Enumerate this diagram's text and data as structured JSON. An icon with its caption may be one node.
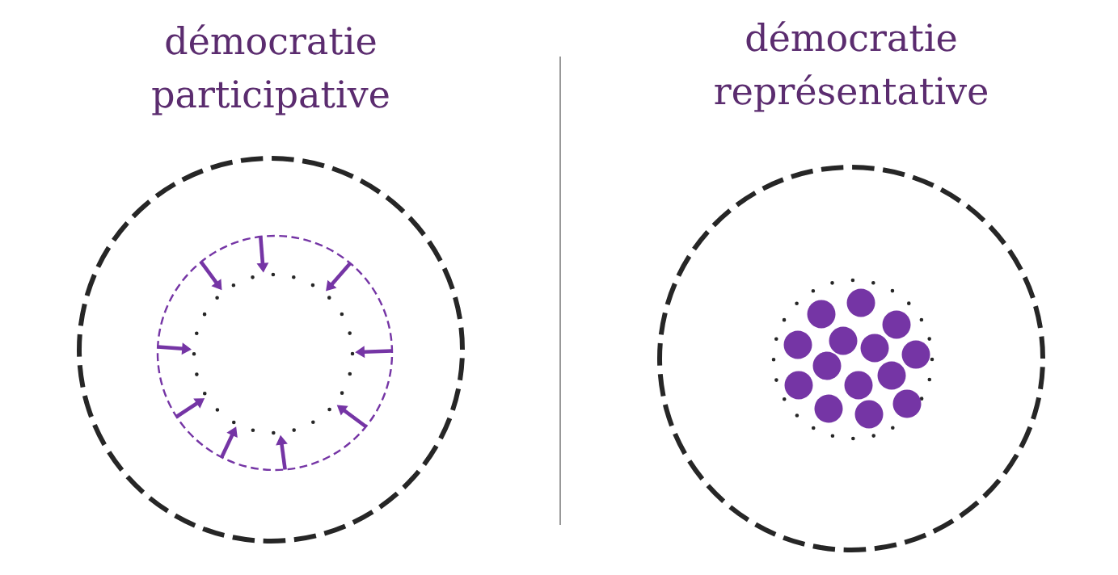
{
  "diagram": {
    "nodes": [
      {
        "text": [],
        "shape": "circle"
      },
      {
        "text": [],
        "shape": "circle",
        "in": 0
      },
      {
        "text": [],
        "shape": "circle",
        "in": 1
      },
      {
        "text": [],
        "shape": "circle"
      },
      {
        "text": [],
        "shape": "circle",
        "in": 3
      },
      {
        "text": [],
        "shape": "circle",
        "in": 4
      },
      {
        "text": [],
        "shape": "circle",
        "in": 4
      },
      {
        "text": [],
        "shape": "circle",
        "in": 4
      },
      {
        "text": [],
        "shape": "circle",
        "in": 4
      },
      {
        "text": [],
        "shape": "circle",
        "in": 4
      },
      {
        "text": [],
        "shape": "circle",
        "in": 4
      },
      {
        "text": [],
        "shape": "circle",
        "in": 4
      },
      {
        "text": [],
        "shape": "circle",
        "in": 4
      },
      {
        "text": [],
        "shape": "circle",
        "in": 4
      },
      {
        "text": [],
        "shape": "circle",
        "in": 4
      },
      {
        "text": [],
        "shape": "circle",
        "in": 4
      },
      {
        "text": [],
        "shape": "circle",
        "in": 4
      },
      {
        "text": [],
        "shape": "circle",
        "in": 4
      },
      {
        "text": [],
        "shape": "circle",
        "in": 4
      }
    ],
    "edges": [
      {
        "from": 1,
        "to": 2,
        "arrow": "to"
      },
      {
        "from": 1,
        "to": 2,
        "arrow": "to"
      },
      {
        "from": 1,
        "to": 2,
        "arrow": "to"
      },
      {
        "from": 1,
        "to": 2,
        "arrow": "to"
      },
      {
        "from": 1,
        "to": 2,
        "arrow": "to"
      },
      {
        "from": 1,
        "to": 2,
        "arrow": "to"
      },
      {
        "from": 1,
        "to": 2,
        "arrow": "to"
      },
      {
        "from": 1,
        "to": 2,
        "arrow": "to"
      },
      {
        "from": 1,
        "to": 2,
        "arrow": "to"
      }
    ],
    "labels": [
      "démocratie participative",
      "démocratie représentative"
    ]
  }
}
